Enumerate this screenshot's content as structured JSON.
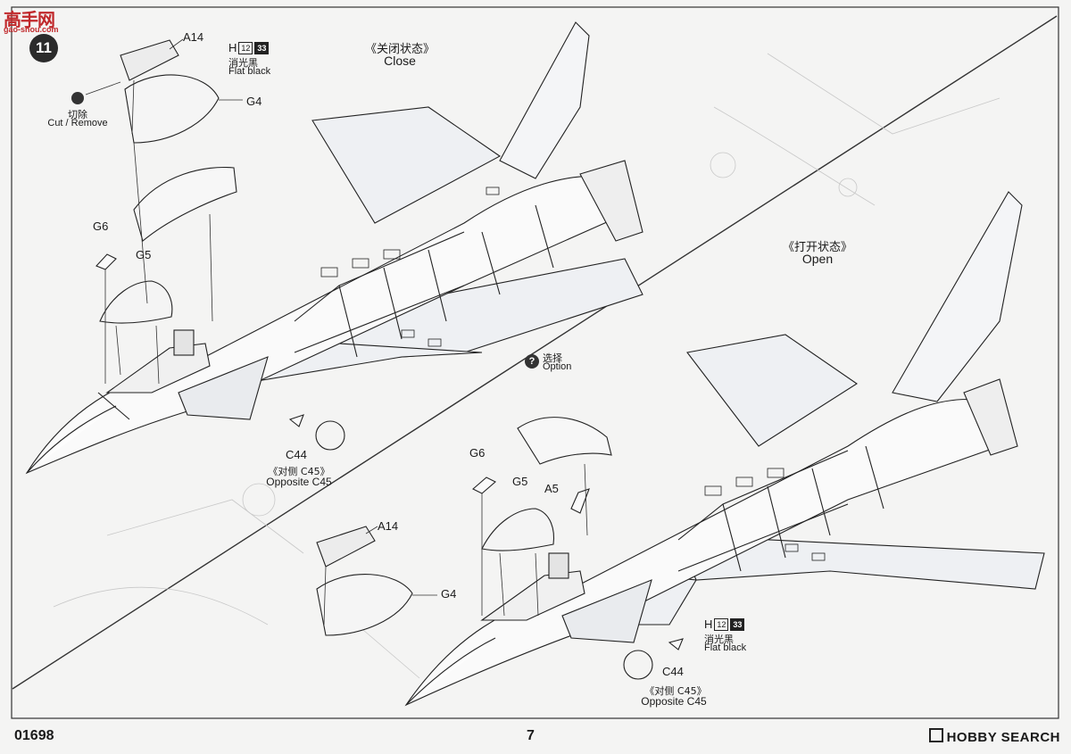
{
  "watermark": {
    "brand_cn": "高手网",
    "brand_url": "gao-shou.com"
  },
  "step_number": "11",
  "close_section": {
    "title_cn": "《关闭状态》",
    "title_en": "Close"
  },
  "open_section": {
    "title_cn": "《打开状态》",
    "title_en": "Open"
  },
  "option": {
    "icon": "?",
    "label_cn": "选择",
    "label_en": "Option"
  },
  "cut": {
    "label_cn": "切除",
    "label_en": "Cut / Remove"
  },
  "paint": {
    "code": "H",
    "num1": "12",
    "num2": "33",
    "label_cn": "消光黑",
    "label_en": "Flat black"
  },
  "parts_close": {
    "a14": "A14",
    "g4": "G4",
    "g6": "G6",
    "g5": "G5",
    "c44": "C44",
    "c45_cn": "《对侧 C45》",
    "c45_en": "Opposite C45"
  },
  "parts_open": {
    "g6": "G6",
    "g5": "G5",
    "a5": "A5",
    "a14": "A14",
    "g4": "G4",
    "c44": "C44",
    "c45_cn": "《对侧 C45》",
    "c45_en": "Opposite C45"
  },
  "footer": {
    "kit_number": "01698",
    "page_number": "7",
    "publisher": "HOBBY SEARCH"
  },
  "colors": {
    "ink": "#1a1a1a",
    "paper": "#f4f4f3",
    "brand_red": "#c0282b"
  }
}
